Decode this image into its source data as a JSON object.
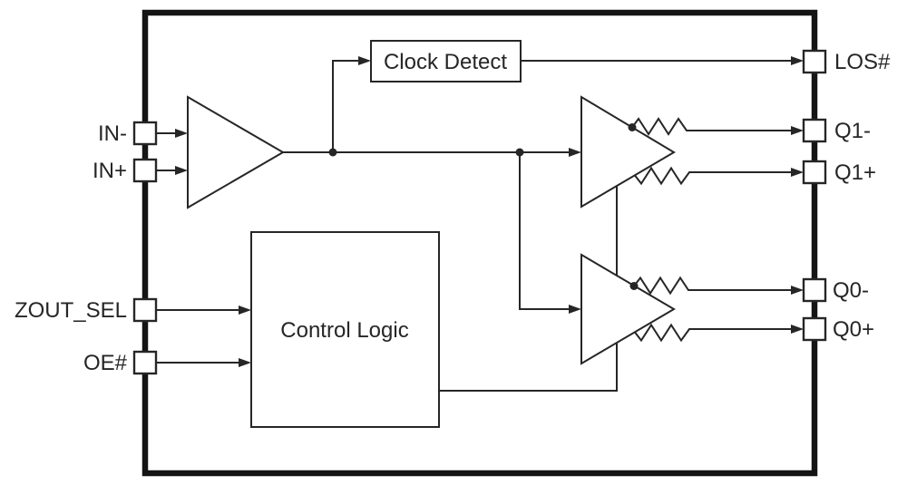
{
  "diagram": {
    "type": "ic-functional-block-diagram",
    "blocks": {
      "clock_detect": {
        "label": "Clock Detect"
      },
      "control_logic": {
        "label": "Control Logic"
      }
    },
    "buffers": [
      {
        "id": "input-buffer"
      },
      {
        "id": "q1-output-buffer"
      },
      {
        "id": "q0-output-buffer"
      }
    ],
    "pins": {
      "left": [
        {
          "id": "in-minus",
          "label": "IN-"
        },
        {
          "id": "in-plus",
          "label": "IN+"
        },
        {
          "id": "zout-sel",
          "label": "ZOUT_SEL"
        },
        {
          "id": "oe",
          "label": "OE#"
        }
      ],
      "right": [
        {
          "id": "los",
          "label": "LOS#"
        },
        {
          "id": "q1-minus",
          "label": "Q1-"
        },
        {
          "id": "q1-plus",
          "label": "Q1+"
        },
        {
          "id": "q0-minus",
          "label": "Q0-"
        },
        {
          "id": "q0-plus",
          "label": "Q0+"
        }
      ]
    },
    "colors": {
      "line": "#262626",
      "chip_border": "#141414",
      "background": "#ffffff"
    }
  }
}
